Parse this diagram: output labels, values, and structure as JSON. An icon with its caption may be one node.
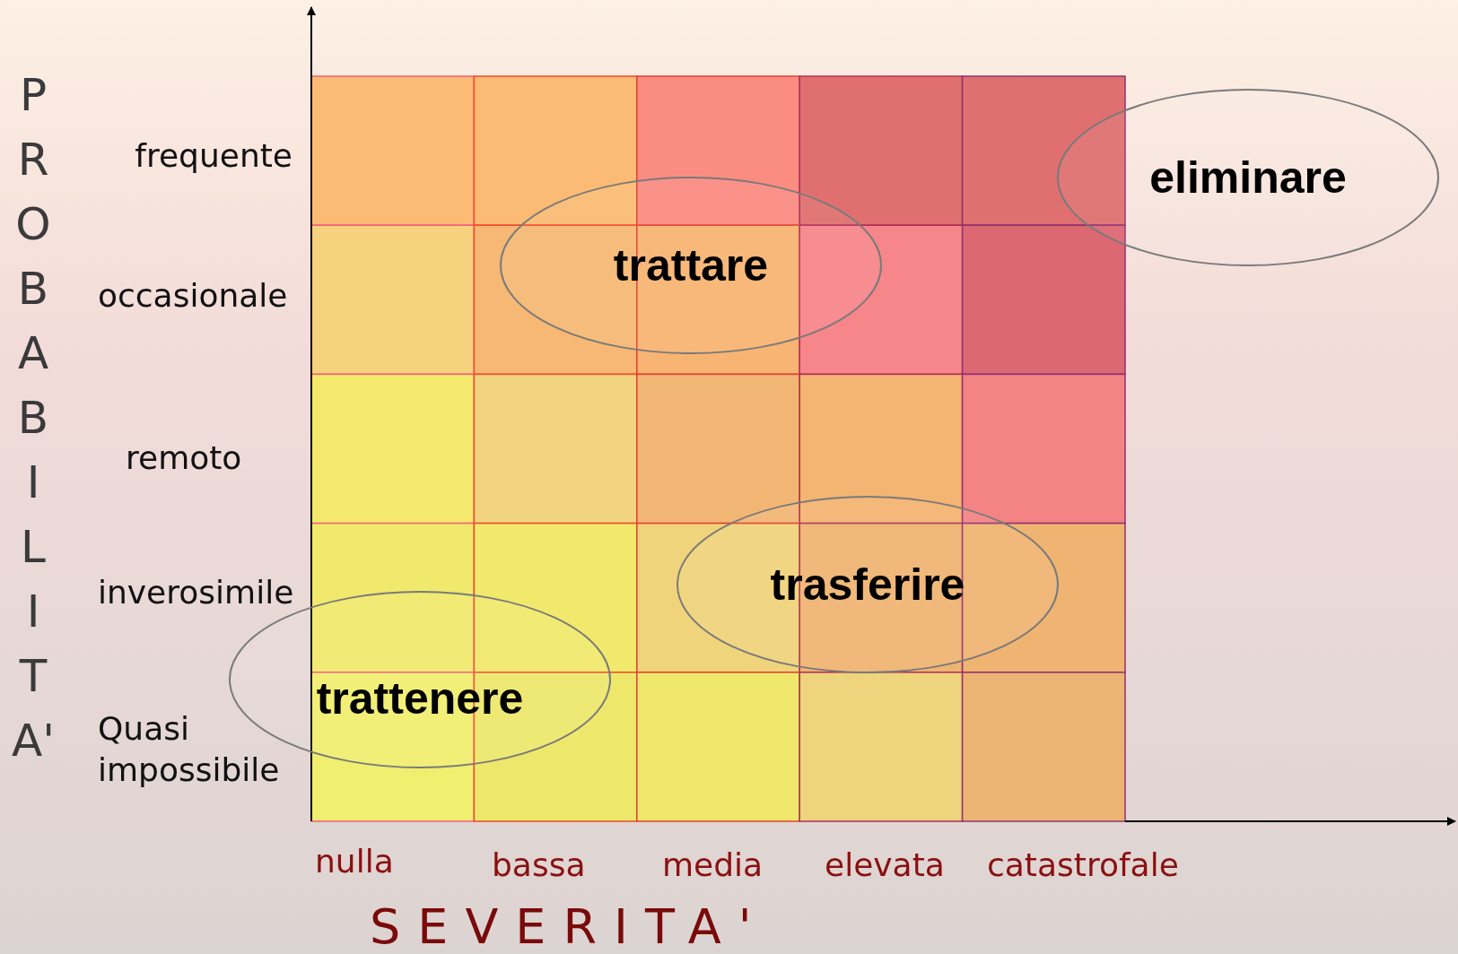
{
  "diagram": {
    "nodes": [
      {
        "text": [
          "eliminare"
        ]
      },
      {
        "text": [
          "trattare"
        ]
      },
      {
        "text": [
          "trasferire"
        ]
      },
      {
        "text": [
          "trattenere"
        ]
      }
    ],
    "labels": [
      "PROBABILITA'",
      "frequente",
      "occasionale",
      "remoto",
      "inverosimile",
      "Quasi impossibile",
      "nulla",
      "bassa",
      "media",
      "elevata",
      "catastrofale",
      "SEVERITA'"
    ]
  }
}
